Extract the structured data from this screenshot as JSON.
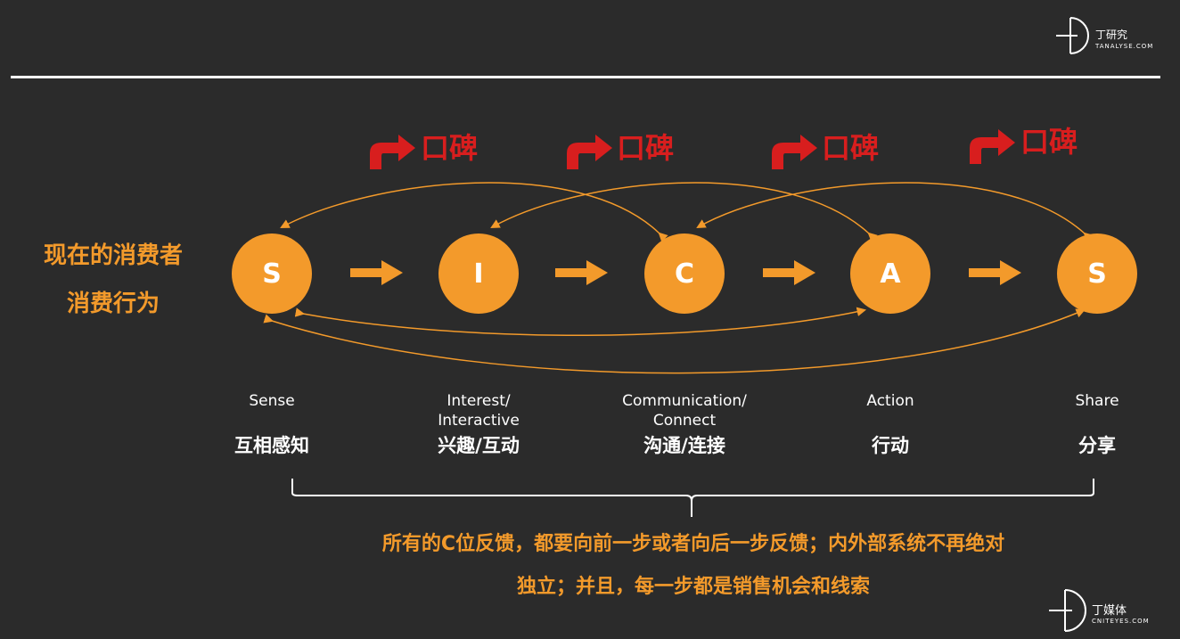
{
  "header": {
    "logo_top": {
      "cn": "丁研究",
      "en": "TANALYSE.COM"
    },
    "logo_bottom": {
      "cn": "丁媒体",
      "en": "CNITEYES.COM"
    }
  },
  "left_title": {
    "line1": "现在的消费者",
    "line2": "消费行为"
  },
  "word_of_mouth_label": "口碑",
  "stages": [
    {
      "letter": "S",
      "en": "Sense",
      "cn": "互相感知"
    },
    {
      "letter": "I",
      "en": "Interest/\nInteractive",
      "cn": "兴趣/互动"
    },
    {
      "letter": "C",
      "en": "Communication/\nConnect",
      "cn": "沟通/连接"
    },
    {
      "letter": "A",
      "en": "Action",
      "cn": "行动"
    },
    {
      "letter": "S",
      "en": "Share",
      "cn": "分享"
    }
  ],
  "summary": {
    "line1": "所有的C位反馈，都要向前一步或者向后一步反馈；内外部系统不再绝对",
    "line2": "独立；并且，每一步都是销售机会和线索"
  },
  "colors": {
    "background": "#2b2b2b",
    "accent": "#f39a2b",
    "word_of_mouth": "#d81e1e",
    "text": "#ffffff"
  }
}
